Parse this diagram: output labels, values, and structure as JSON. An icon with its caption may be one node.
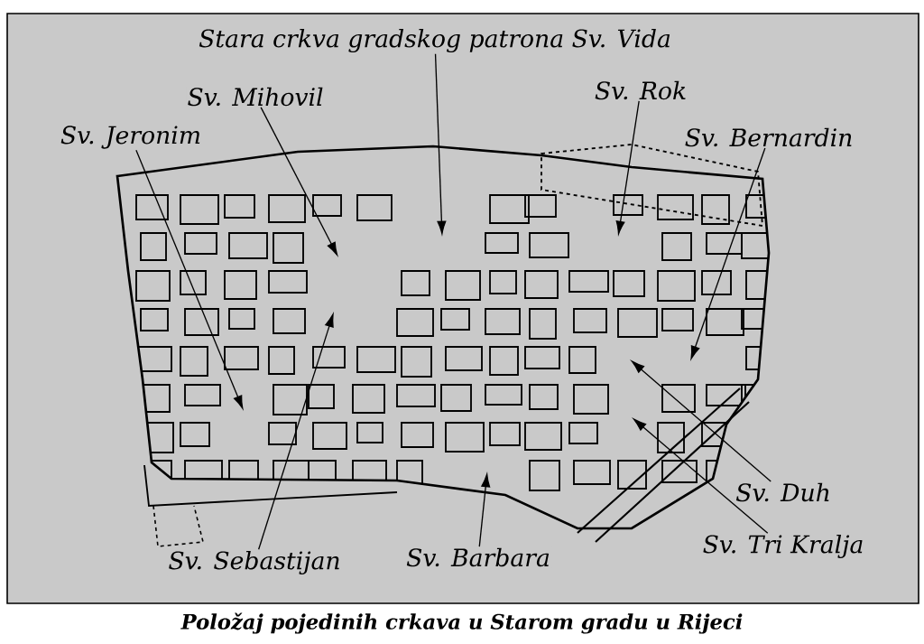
{
  "diagram": {
    "caption": "Položaj pojedinih crkava u Starom gradu u Rijeci",
    "nodes": [
      {
        "text": [
          "Stara crkva gradskog patrona Sv. Vida"
        ]
      },
      {
        "text": [
          "Sv. Mihovil"
        ]
      },
      {
        "text": [
          "Sv. Jeronim"
        ]
      },
      {
        "text": [
          "Sv. Rok"
        ]
      },
      {
        "text": [
          "Sv. Bernardin"
        ]
      },
      {
        "text": [
          "Sv. Sebastijan"
        ]
      },
      {
        "text": [
          "Sv. Barbara"
        ]
      },
      {
        "text": [
          "Sv. Duh"
        ]
      },
      {
        "text": [
          "Sv. Tri Kralja"
        ]
      }
    ],
    "edges": [
      {
        "from": 0,
        "to": null,
        "arrow": "to"
      },
      {
        "from": 1,
        "to": null,
        "arrow": "to"
      },
      {
        "from": 2,
        "to": null,
        "arrow": "to"
      },
      {
        "from": 3,
        "to": null,
        "arrow": "to"
      },
      {
        "from": 4,
        "to": null,
        "arrow": "to"
      },
      {
        "from": 5,
        "to": null,
        "arrow": "to"
      },
      {
        "from": 6,
        "to": null,
        "arrow": "to"
      },
      {
        "from": 7,
        "to": null,
        "arrow": "to"
      },
      {
        "from": 8,
        "to": null,
        "arrow": "to"
      }
    ]
  }
}
